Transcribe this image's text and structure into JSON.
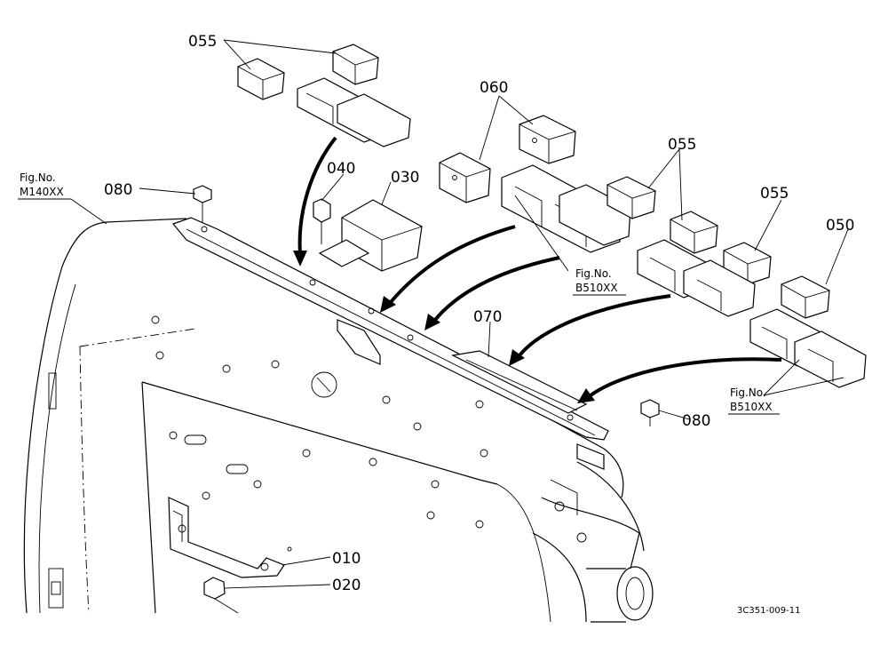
{
  "labels": {
    "p055_top": "055",
    "p060": "060",
    "p040": "040",
    "p030": "030",
    "p080_left": "080",
    "p055_mid": "055",
    "p055_right": "055",
    "p050": "050",
    "p070": "070",
    "p080_right": "080",
    "p010": "010",
    "p020": "020"
  },
  "figrefs": {
    "left_title": "Fig.No.",
    "left_code": "M140XX",
    "mid_title": "Fig.No.",
    "mid_code": "B510XX",
    "right_title": "Fig.No.",
    "right_code": "B510XX"
  },
  "drawing_code": "3C351-009-11"
}
